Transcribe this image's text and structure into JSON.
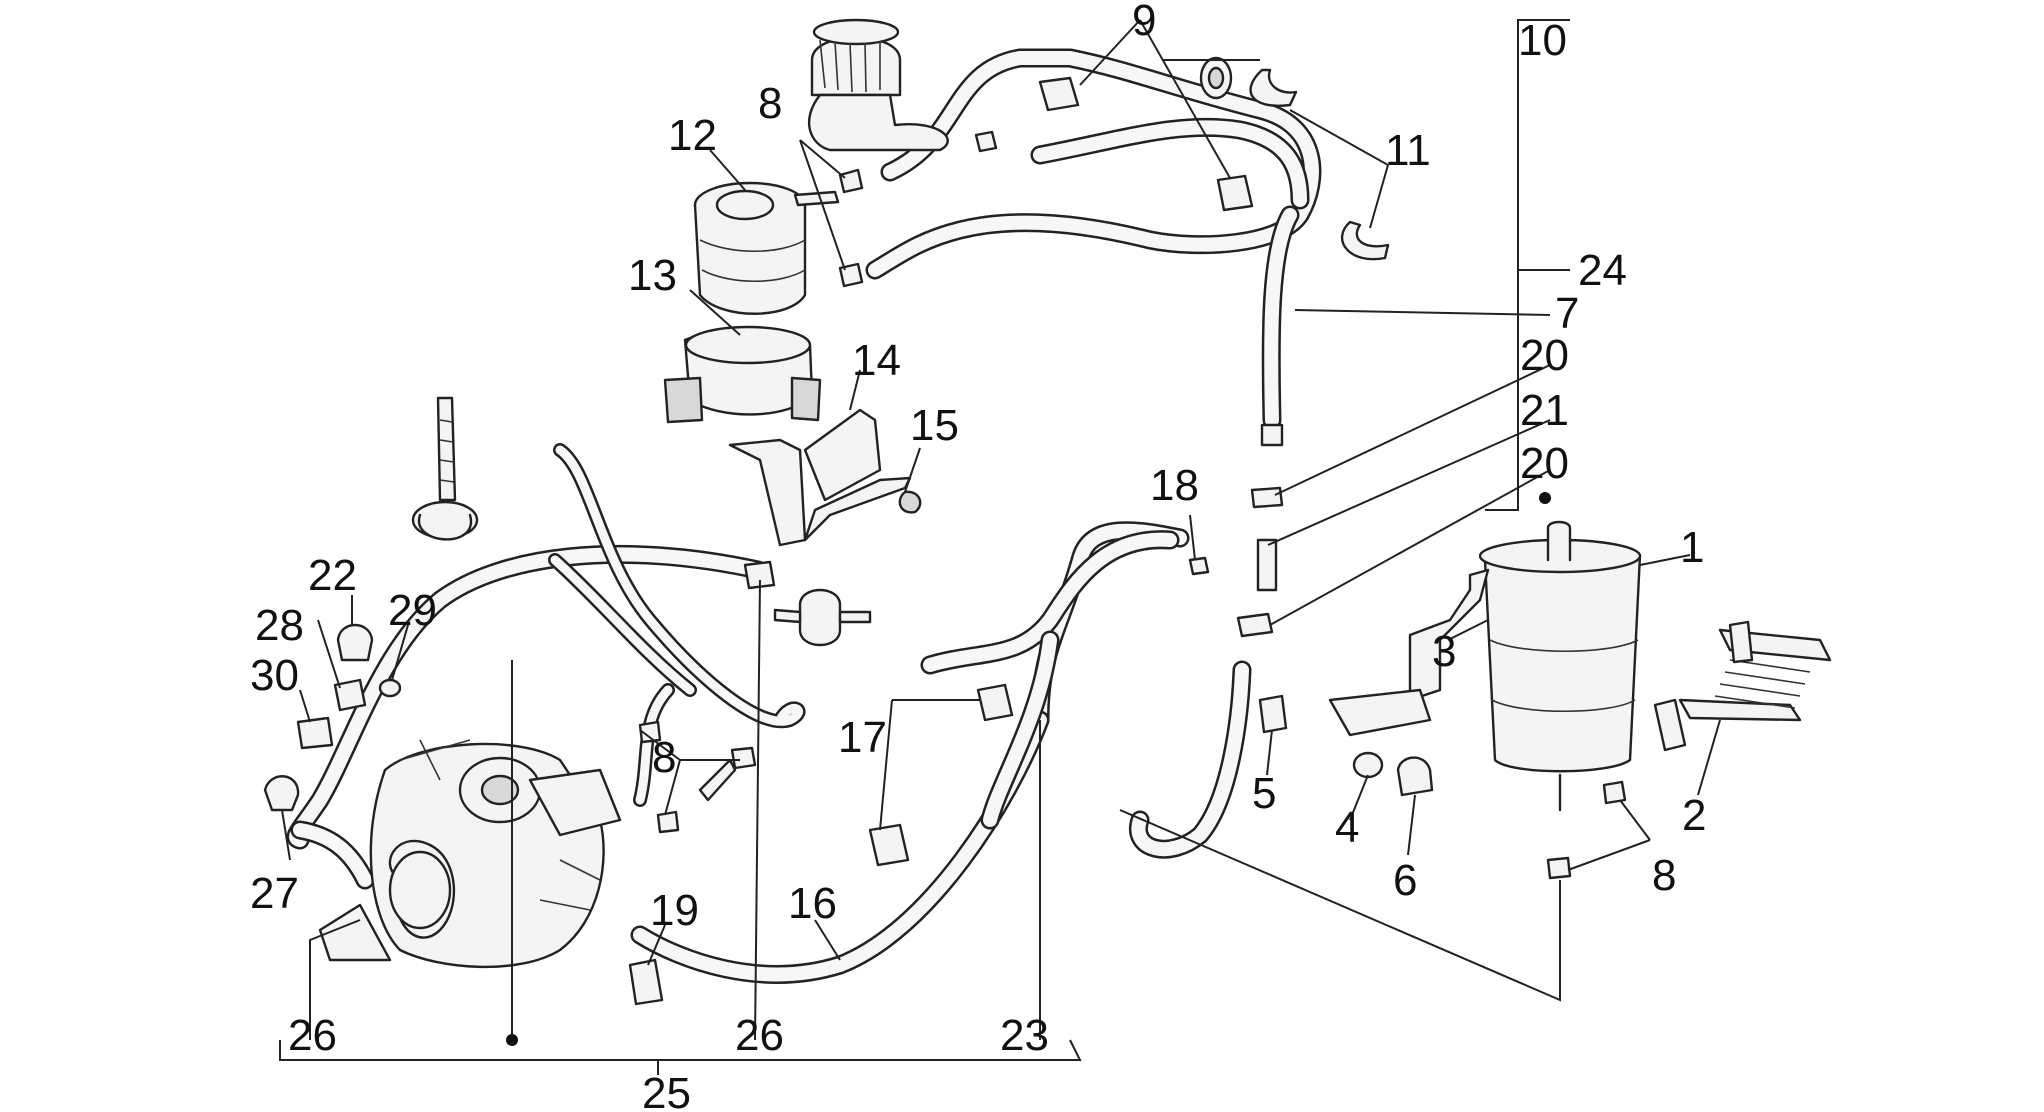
{
  "callouts": {
    "c1": "1",
    "c2": "2",
    "c3": "3",
    "c4": "4",
    "c5": "5",
    "c6": "6",
    "c7": "7",
    "c8a": "8",
    "c8b": "8",
    "c8c": "8",
    "c9": "9",
    "c10": "10",
    "c11": "11",
    "c12": "12",
    "c13": "13",
    "c14": "14",
    "c15": "15",
    "c16": "16",
    "c17": "17",
    "c18": "18",
    "c19": "19",
    "c20a": "20",
    "c20b": "20",
    "c21": "21",
    "c22": "22",
    "c23": "23",
    "c24": "24",
    "c25": "25",
    "c26a": "26",
    "c26b": "26",
    "c27": "27",
    "c28": "28",
    "c29": "29",
    "c30": "30"
  },
  "colors": {
    "line": "#222222",
    "part_fill": "#f4f4f4",
    "shade": "#d8d8d8",
    "background": "#ffffff"
  }
}
